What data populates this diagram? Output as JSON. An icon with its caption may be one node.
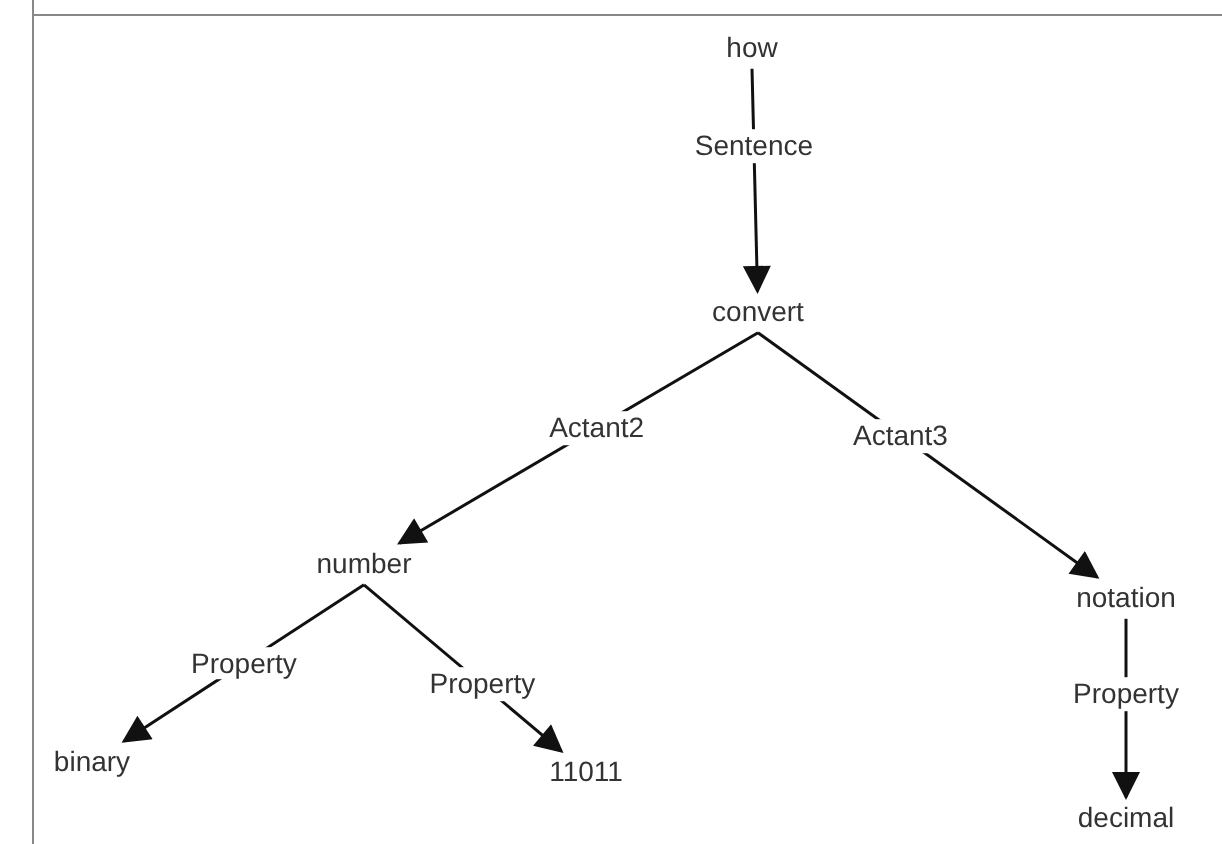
{
  "diagram": {
    "nodes": [
      {
        "text": [
          "how"
        ]
      },
      {
        "text": [
          "convert"
        ]
      },
      {
        "text": [
          "number"
        ]
      },
      {
        "text": [
          "notation"
        ]
      },
      {
        "text": [
          "binary"
        ]
      },
      {
        "text": [
          "11011"
        ]
      },
      {
        "text": [
          "decimal"
        ]
      }
    ],
    "edges": [
      {
        "from": 0,
        "to": 1,
        "arrow": "to",
        "label": "Sentence"
      },
      {
        "from": 1,
        "to": 2,
        "arrow": "to",
        "label": "Actant2"
      },
      {
        "from": 1,
        "to": 3,
        "arrow": "to",
        "label": "Actant3"
      },
      {
        "from": 2,
        "to": 4,
        "arrow": "to",
        "label": "Property"
      },
      {
        "from": 2,
        "to": 5,
        "arrow": "to",
        "label": "Property"
      },
      {
        "from": 3,
        "to": 6,
        "arrow": "to",
        "label": "Property"
      }
    ]
  }
}
